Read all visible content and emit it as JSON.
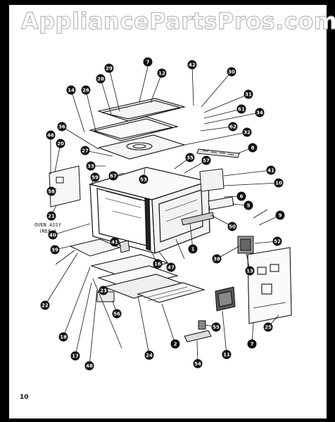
{
  "watermark": "AppliancePartsPros.com",
  "page_number": "10",
  "oven_assy_label": [
    "OVEN ASSY",
    "(REF.)"
  ],
  "callouts": [
    "7",
    "12",
    "29",
    "28",
    "26",
    "14",
    "42",
    "30",
    "31",
    "61",
    "34",
    "62",
    "32",
    "8",
    "36",
    "46",
    "20",
    "27",
    "33",
    "67",
    "35",
    "57",
    "53",
    "59",
    "58",
    "41",
    "10",
    "21",
    "6",
    "5",
    "40",
    "50",
    "9",
    "39",
    "41",
    "16",
    "47",
    "1",
    "38",
    "52",
    "13",
    "22",
    "23",
    "56",
    "18",
    "17",
    "48",
    "24",
    "2",
    "55",
    "11",
    "54",
    "25",
    "7"
  ]
}
